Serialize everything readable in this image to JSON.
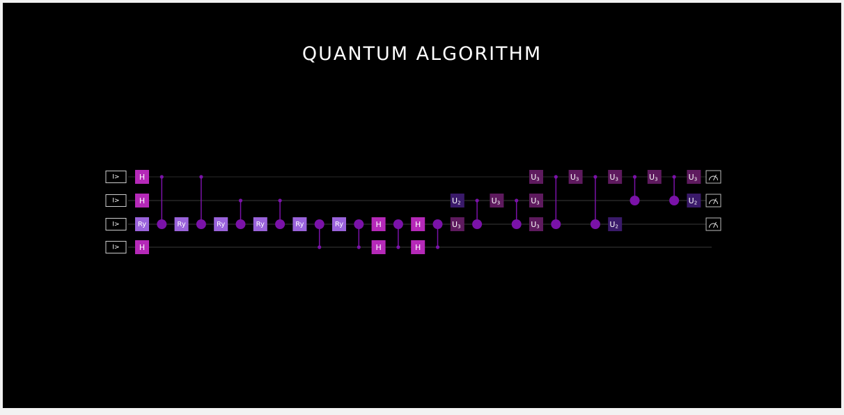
{
  "title": "QUANTUM ALGORITHM",
  "colors": {
    "background": "#000000",
    "frame": "#f2f2f2",
    "wire": "#3a3a3a",
    "hadamard": "#b529b8",
    "ry": "#9a63db",
    "u3": "#5e1a5e",
    "u2": "#3a1a6a",
    "control": "#7a12a8",
    "measure_stroke": "#bdbdbd"
  },
  "icons": {
    "init": "ket-zero-box-icon",
    "measure": "meter-icon"
  },
  "inputs": [
    "I>",
    "I>",
    "I>",
    "I>"
  ],
  "circuit": {
    "qubits": 4,
    "gates": [
      {
        "label": "H",
        "qubit": 0,
        "col": 0,
        "kind": "hadamard"
      },
      {
        "label": "H",
        "qubit": 1,
        "col": 0,
        "kind": "hadamard"
      },
      {
        "label": "Ry",
        "qubit": 2,
        "col": 0,
        "kind": "ry"
      },
      {
        "label": "H",
        "qubit": 3,
        "col": 0,
        "kind": "hadamard"
      },
      {
        "label": "Ry",
        "qubit": 2,
        "col": 2,
        "kind": "ry"
      },
      {
        "label": "Ry",
        "qubit": 2,
        "col": 4,
        "kind": "ry"
      },
      {
        "label": "Ry",
        "qubit": 2,
        "col": 6,
        "kind": "ry"
      },
      {
        "label": "Ry",
        "qubit": 2,
        "col": 8,
        "kind": "ry"
      },
      {
        "label": "Ry",
        "qubit": 2,
        "col": 10,
        "kind": "ry"
      },
      {
        "label": "H",
        "qubit": 2,
        "col": 12,
        "kind": "hadamard"
      },
      {
        "label": "H",
        "qubit": 3,
        "col": 12,
        "kind": "hadamard"
      },
      {
        "label": "H",
        "qubit": 2,
        "col": 14,
        "kind": "hadamard"
      },
      {
        "label": "H",
        "qubit": 3,
        "col": 14,
        "kind": "hadamard"
      },
      {
        "label": "U",
        "sub": "2",
        "qubit": 1,
        "col": 16,
        "kind": "u2"
      },
      {
        "label": "U",
        "sub": "3",
        "qubit": 2,
        "col": 16,
        "kind": "u3"
      },
      {
        "label": "U",
        "sub": "3",
        "qubit": 1,
        "col": 18,
        "kind": "u3"
      },
      {
        "label": "U",
        "sub": "3",
        "qubit": 0,
        "col": 20,
        "kind": "u3"
      },
      {
        "label": "U",
        "sub": "3",
        "qubit": 1,
        "col": 20,
        "kind": "u3"
      },
      {
        "label": "U",
        "sub": "3",
        "qubit": 2,
        "col": 20,
        "kind": "u3"
      },
      {
        "label": "U",
        "sub": "3",
        "qubit": 0,
        "col": 22,
        "kind": "u3"
      },
      {
        "label": "U",
        "sub": "3",
        "qubit": 0,
        "col": 24,
        "kind": "u3"
      },
      {
        "label": "U",
        "sub": "2",
        "qubit": 2,
        "col": 24,
        "kind": "u2"
      },
      {
        "label": "U",
        "sub": "3",
        "qubit": 0,
        "col": 26,
        "kind": "u3"
      },
      {
        "label": "U",
        "sub": "3",
        "qubit": 0,
        "col": 28,
        "kind": "u3"
      },
      {
        "label": "U",
        "sub": "2",
        "qubit": 1,
        "col": 28,
        "kind": "u2"
      }
    ],
    "controls": [
      {
        "col": 1,
        "control": 0,
        "target": 2
      },
      {
        "col": 3,
        "control": 0,
        "target": 2
      },
      {
        "col": 5,
        "control": 1,
        "target": 2
      },
      {
        "col": 7,
        "control": 1,
        "target": 2
      },
      {
        "col": 9,
        "control": 3,
        "target": 2
      },
      {
        "col": 11,
        "control": 3,
        "target": 2
      },
      {
        "col": 13,
        "control": 3,
        "target": 2
      },
      {
        "col": 15,
        "control": 3,
        "target": 2
      },
      {
        "col": 17,
        "control": 1,
        "target": 2
      },
      {
        "col": 19,
        "control": 1,
        "target": 2
      },
      {
        "col": 21,
        "control": 0,
        "target": 2
      },
      {
        "col": 23,
        "control": 0,
        "target": 2
      },
      {
        "col": 25,
        "control": 0,
        "target": 1
      },
      {
        "col": 27,
        "control": 0,
        "target": 1
      }
    ],
    "measurements": [
      0,
      1,
      2
    ]
  }
}
